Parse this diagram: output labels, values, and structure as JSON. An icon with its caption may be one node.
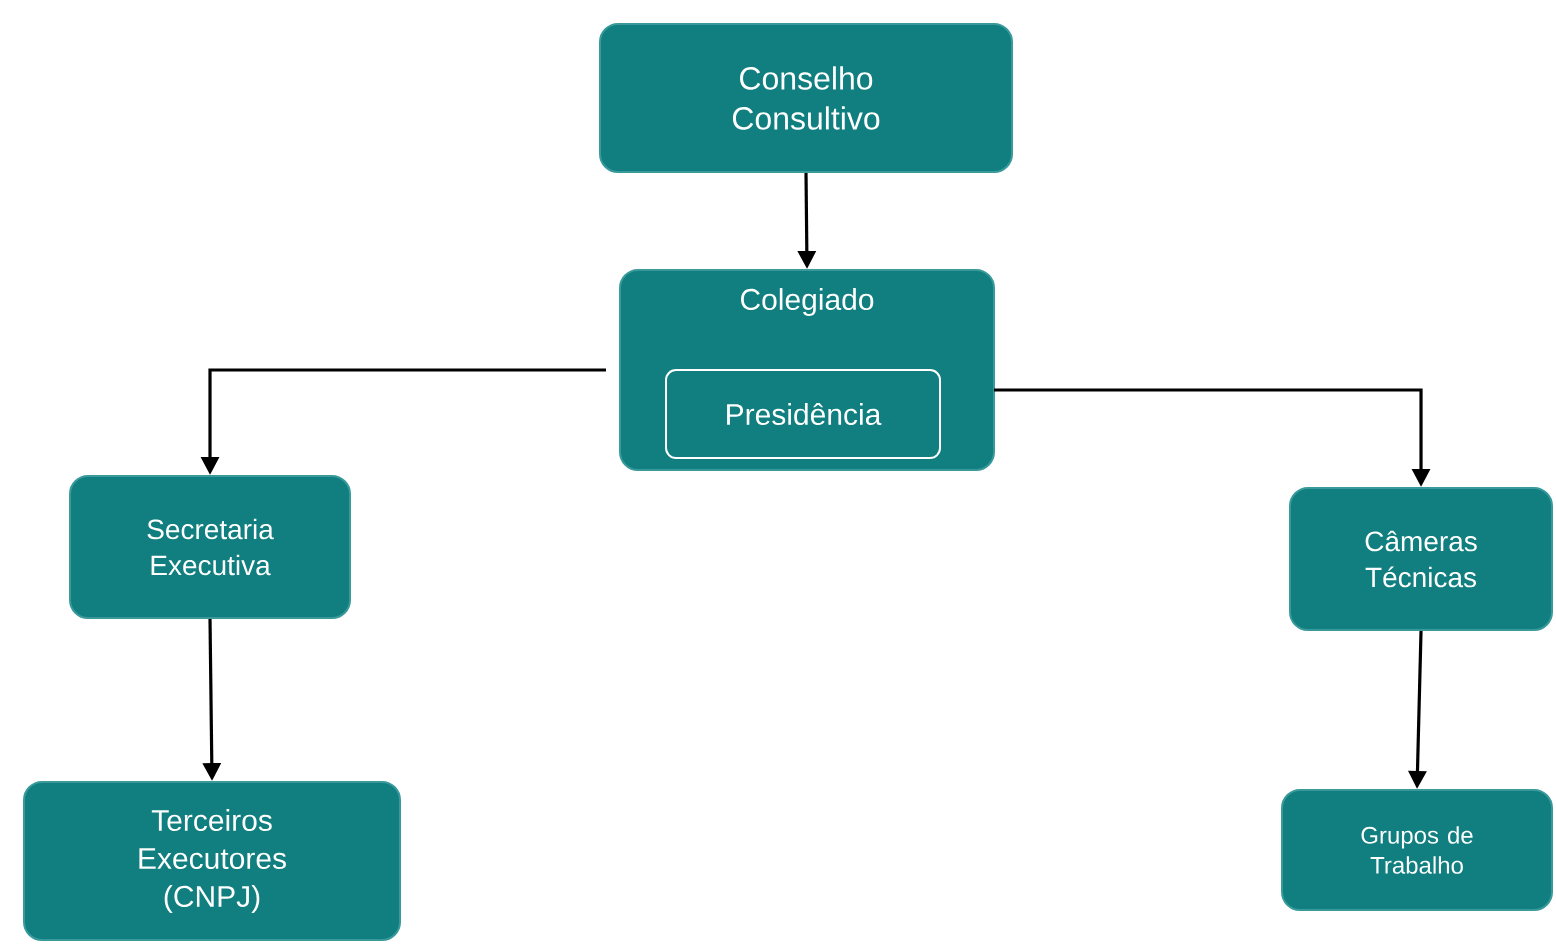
{
  "diagram": {
    "nodes": [
      {
        "text": [
          "Conselho Consultivo"
        ]
      },
      {
        "text": [
          "Colegiado"
        ]
      },
      {
        "text": [
          "Presidência"
        ],
        "in": 1
      },
      {
        "text": [
          "Secretaria Executiva"
        ]
      },
      {
        "text": [
          "Câmeras Técnicas"
        ]
      },
      {
        "text": [
          "Terceiros Executores (CNPJ)"
        ]
      },
      {
        "text": [
          "Grupos de Trabalho"
        ]
      }
    ],
    "edges": [
      {
        "from": 0,
        "to": 1,
        "arrow": "to"
      },
      {
        "from": 1,
        "to": 3,
        "arrow": "to"
      },
      {
        "from": 1,
        "to": 4,
        "arrow": "to"
      },
      {
        "from": 3,
        "to": 5,
        "arrow": "to"
      },
      {
        "from": 4,
        "to": 6,
        "arrow": "to"
      }
    ]
  }
}
